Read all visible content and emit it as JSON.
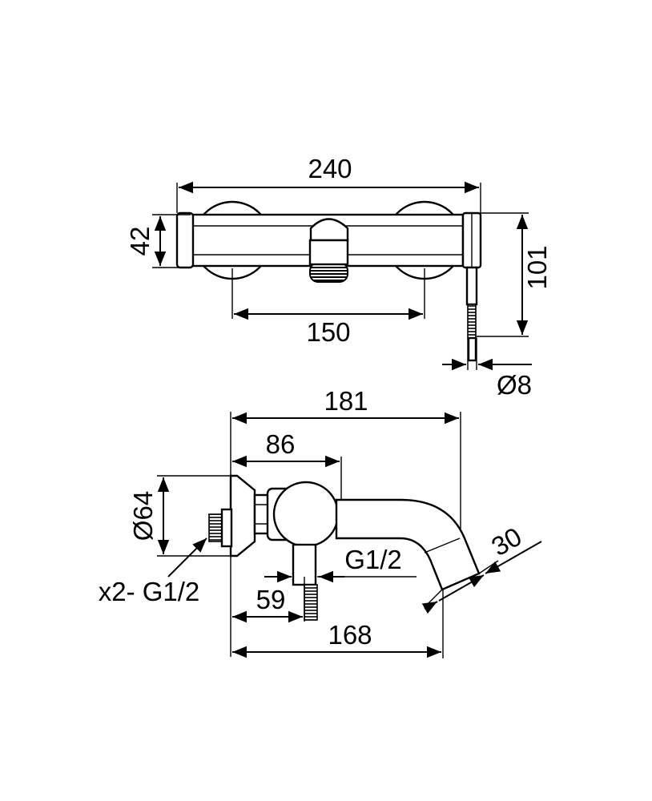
{
  "top_view": {
    "width_label": "240",
    "height_label": "42",
    "spacing_label": "150",
    "depth_label": "101",
    "hose_label": "Ø8"
  },
  "side_view": {
    "length_label": "181",
    "handle_offset_label": "86",
    "flange_label": "Ø64",
    "connection_label": "x2- G1/2",
    "outlet_label": "G1/2",
    "outlet_offset_label": "59",
    "spout_label": "168",
    "angle_label": "30"
  }
}
